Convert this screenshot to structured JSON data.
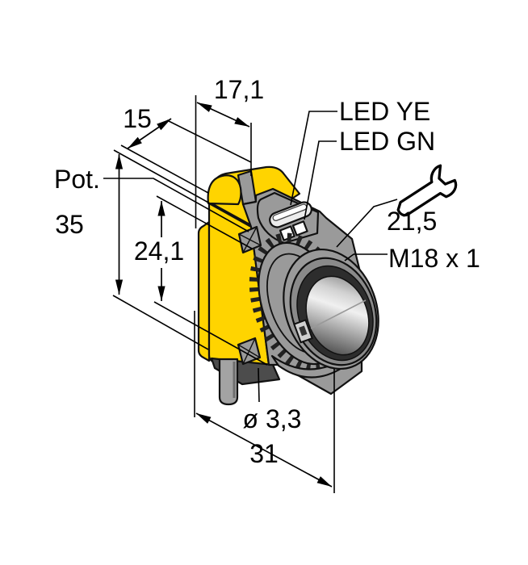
{
  "figure": {
    "title": "photoelectric-sensor-dimension-drawing",
    "labels": {
      "dim_depth_front": "17,1",
      "dim_width": "15",
      "pot": "Pot.",
      "dim_height": "35",
      "dim_axis_height": "24,1",
      "led_yellow": "LED YE",
      "led_green": "LED GN",
      "wrench_size": "21,5",
      "thread": "M18 x 1",
      "cable_dia": "ø 3,3",
      "dim_depth_total": "31"
    },
    "colors": {
      "housing_yellow": "#FFD400",
      "body_gray": "#9A9A9A",
      "outline": "#111111"
    }
  }
}
